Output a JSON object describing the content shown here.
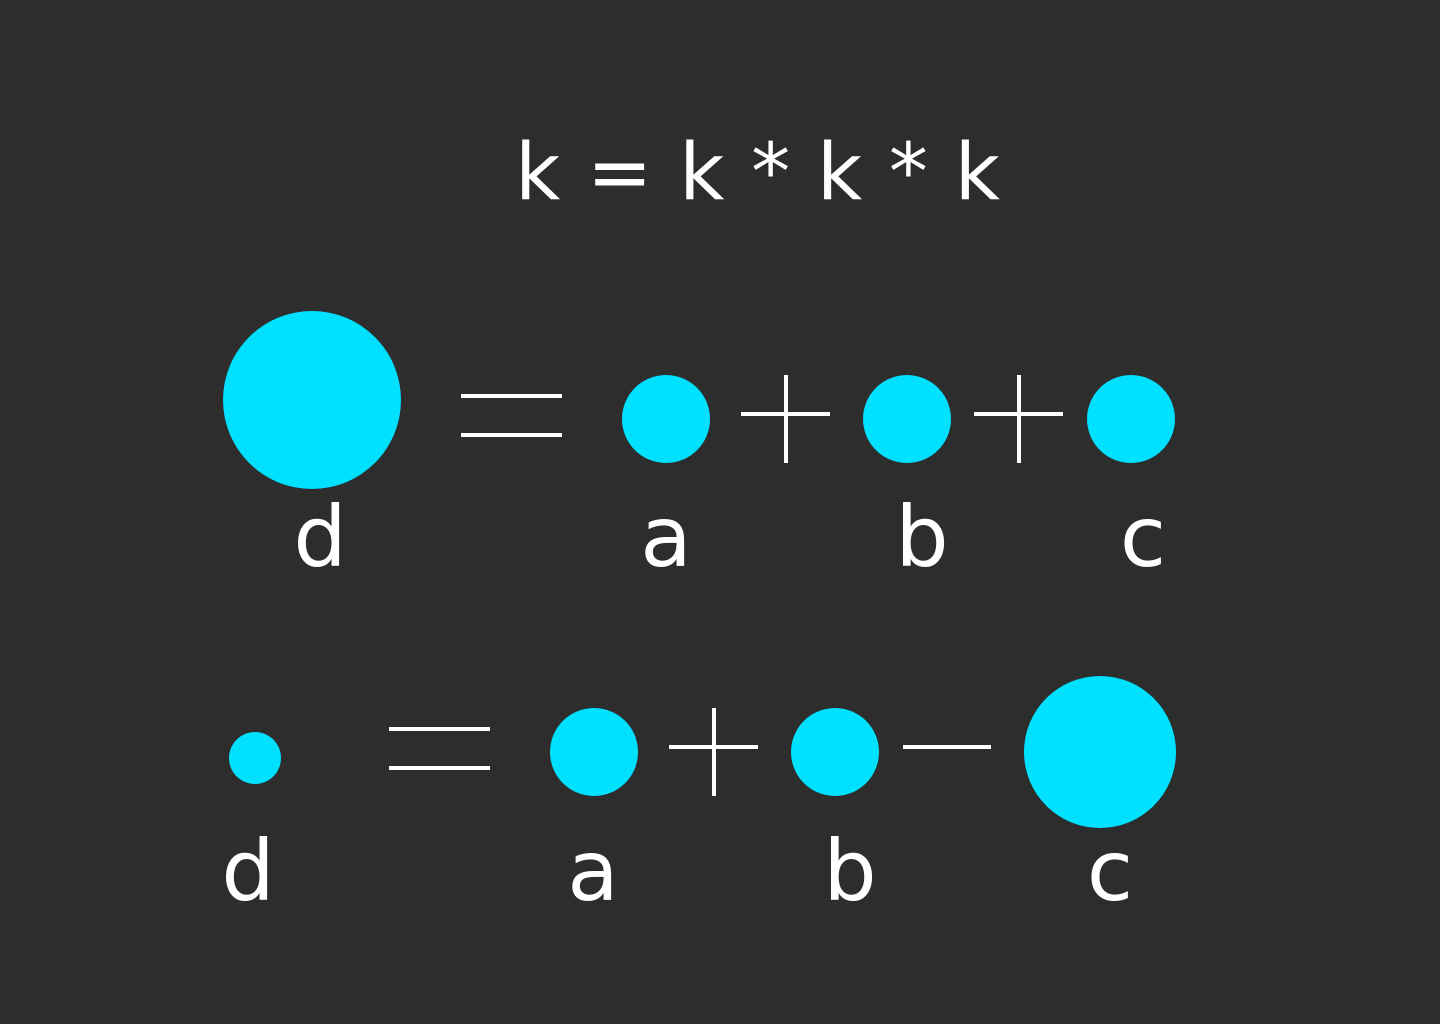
{
  "formula": "k = k * k * k",
  "colors": {
    "background": "#2d2d2d",
    "circle": "#00e0ff",
    "text": "#ffffff"
  },
  "rows": [
    {
      "labels": {
        "d": "d",
        "a": "a",
        "b": "b",
        "c": "c"
      },
      "operators": [
        "equals",
        "plus",
        "plus"
      ]
    },
    {
      "labels": {
        "d": "d",
        "a": "a",
        "b": "b",
        "c": "c"
      },
      "operators": [
        "equals",
        "plus",
        "minus"
      ]
    }
  ]
}
